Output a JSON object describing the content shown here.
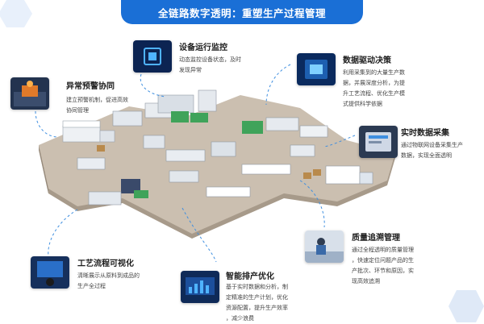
{
  "banner": {
    "title": "全链路数字透明：重塑生产过程管理"
  },
  "colors": {
    "accent": "#1a6fd6",
    "floor": "#cbbfb0",
    "floor_edge": "#a79a8a",
    "dash": "#3f8fe0"
  },
  "features": [
    {
      "id": "alert",
      "title": "异常预警协同",
      "desc": [
        "建立预警机制，促进高效",
        "协同管理"
      ],
      "icon": "factory-alarm-icon"
    },
    {
      "id": "monitor",
      "title": "设备运行监控",
      "desc": [
        "动态监控设备状态，及时",
        "发现异常"
      ],
      "icon": "chip-monitor-icon"
    },
    {
      "id": "decision",
      "title": "数据驱动决策",
      "desc": [
        "利用采集到的大量生产数",
        "据，并展深度分析，为提",
        "升工艺流程、优化生产模",
        "式提供科学依据"
      ],
      "icon": "data-chip-icon"
    },
    {
      "id": "collect",
      "title": "实时数据采集",
      "desc": [
        "通过物联网设备采集生产",
        "数据，实现全面透明"
      ],
      "icon": "tablet-data-icon"
    },
    {
      "id": "trace",
      "title": "质量追溯管理",
      "desc": [
        "通过全程透明的质量管理",
        "，快速定位问题产品的生",
        "产批次、环节和原因，实",
        "现高效追溯"
      ],
      "icon": "lab-worker-icon"
    },
    {
      "id": "schedule",
      "title": "智能排产优化",
      "desc": [
        "基于实时数据和分析，制",
        "定精准的生产计划，优化",
        "资源配置，提升生产效率",
        "，减少浪费"
      ],
      "icon": "dashboard-screen-icon"
    },
    {
      "id": "visual",
      "title": "工艺流程可视化",
      "desc": [
        "清晰展示从原料到成品的",
        "生产全过程"
      ],
      "icon": "operator-screen-icon"
    }
  ]
}
